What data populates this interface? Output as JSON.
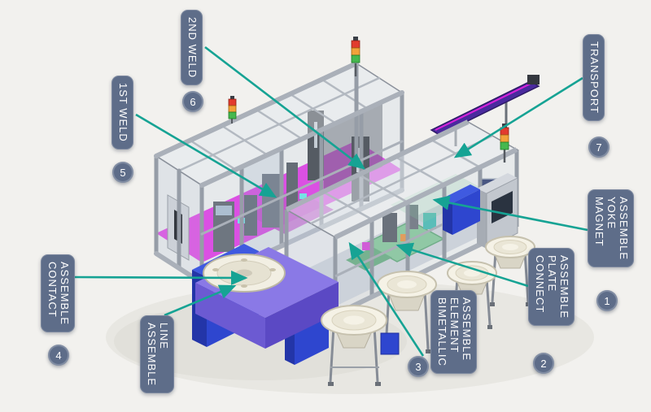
{
  "figure": {
    "description": "Annotated 3D layout of an automatic assembly line with numbered station callouts"
  },
  "colors": {
    "background": "#f2f1ee",
    "label_background": "#5e6d89",
    "label_text": "#ffffff",
    "arrow_color": "#16a394",
    "deck_magenta": "#e316e3",
    "cabinet_blue": "#2e46cf",
    "conveyor_purple": "#8a79e6"
  },
  "callouts": [
    {
      "number": "1",
      "label": "MAGNET\nYOKE\nASSEMBLE"
    },
    {
      "number": "2",
      "label": "CONNECT\nPLATE\nASSEMBLE"
    },
    {
      "number": "3",
      "label": "BIMETALLIC\nELEMENT\nASSEMBLE"
    },
    {
      "number": "4",
      "label": "CONTACT\nASSEMBLE"
    },
    {
      "number": "5",
      "label": "1ST WELD"
    },
    {
      "number": "6",
      "label": "2ND WELD"
    },
    {
      "number": "7",
      "label": "TRANSPORT"
    },
    {
      "number": "",
      "label": "ASSEMBLE\nLINE"
    }
  ]
}
